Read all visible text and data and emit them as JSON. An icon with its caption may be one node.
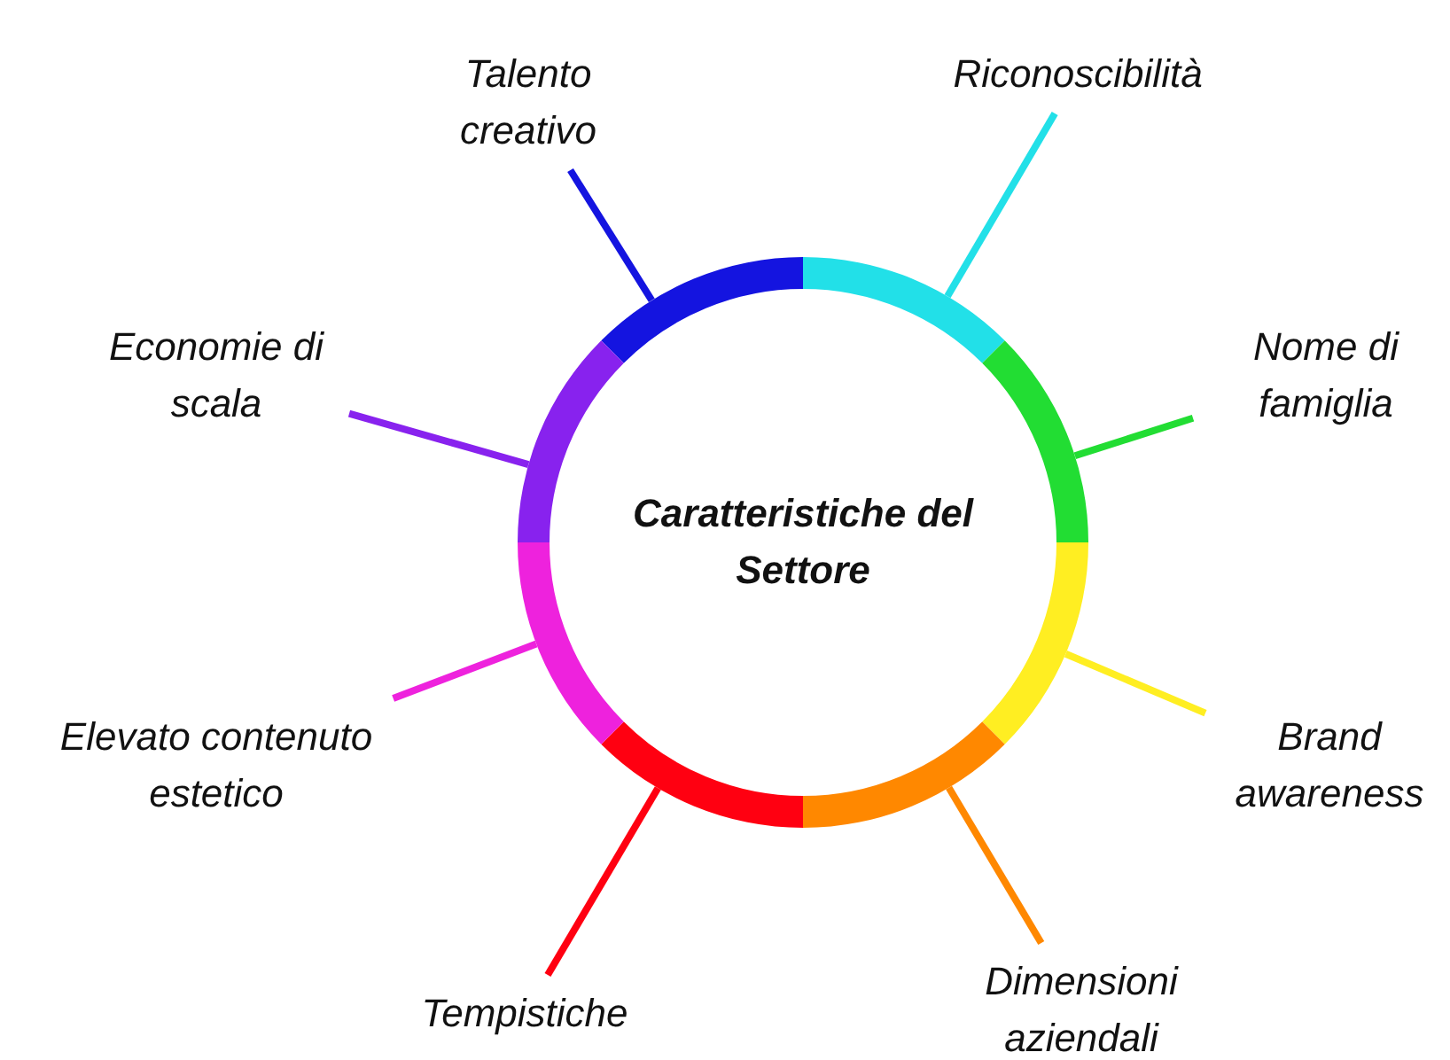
{
  "diagram": {
    "nodes": [
      {
        "text": [
          "Caratteristiche del Settore"
        ]
      },
      {
        "text": [
          "Talento creativo"
        ]
      },
      {
        "text": [
          "Riconoscibilità"
        ]
      },
      {
        "text": [
          "Nome di famiglia"
        ]
      },
      {
        "text": [
          "Brand awareness"
        ]
      },
      {
        "text": [
          "Dimensioni aziendali"
        ]
      },
      {
        "text": [
          "Tempistiche"
        ]
      },
      {
        "text": [
          "Elevato contenuto estetico"
        ]
      },
      {
        "text": [
          "Economie di scala"
        ]
      }
    ],
    "edges": [
      {
        "from": 0,
        "to": 1,
        "arrow": "none",
        "color": "#1414e0"
      },
      {
        "from": 0,
        "to": 2,
        "arrow": "none",
        "color": "#22e0e8"
      },
      {
        "from": 0,
        "to": 3,
        "arrow": "none",
        "color": "#22dd33"
      },
      {
        "from": 0,
        "to": 4,
        "arrow": "none",
        "color": "#ffee22"
      },
      {
        "from": 0,
        "to": 5,
        "arrow": "none",
        "color": "#ff8800"
      },
      {
        "from": 0,
        "to": 6,
        "arrow": "none",
        "color": "#ff0011"
      },
      {
        "from": 0,
        "to": 7,
        "arrow": "none",
        "color": "#ee22dd"
      },
      {
        "from": 0,
        "to": 8,
        "arrow": "none",
        "color": "#8822ee"
      }
    ]
  }
}
